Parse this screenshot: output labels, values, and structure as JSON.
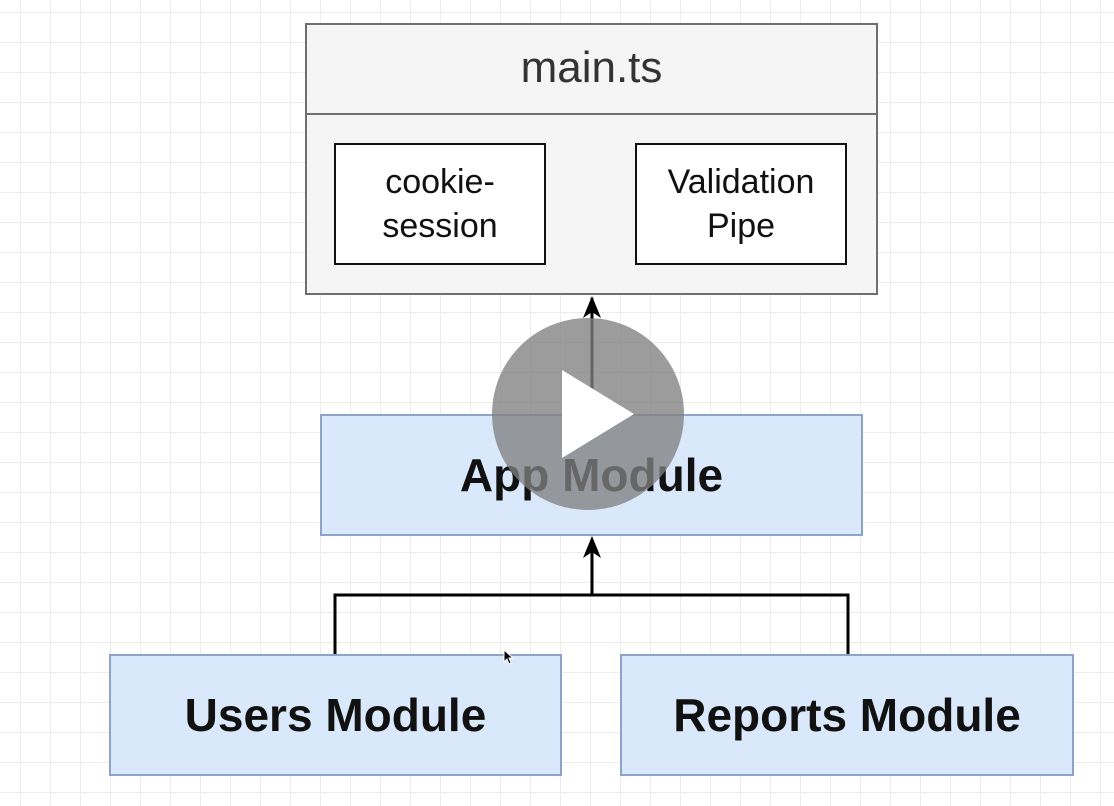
{
  "diagram": {
    "main": {
      "title": "main.ts",
      "cookie_session": [
        "cookie-",
        "session"
      ],
      "validation_pipe": [
        "Validation",
        "Pipe"
      ]
    },
    "app_module": "App Module",
    "users_module": "Users Module",
    "reports_module": "Reports Module"
  },
  "colors": {
    "module_fill": "#dae8fc",
    "module_border": "#8ea3c9",
    "container_fill": "#f5f5f5",
    "container_border": "#6f6f6f"
  },
  "overlay": {
    "play_button_icon": "play-icon"
  }
}
